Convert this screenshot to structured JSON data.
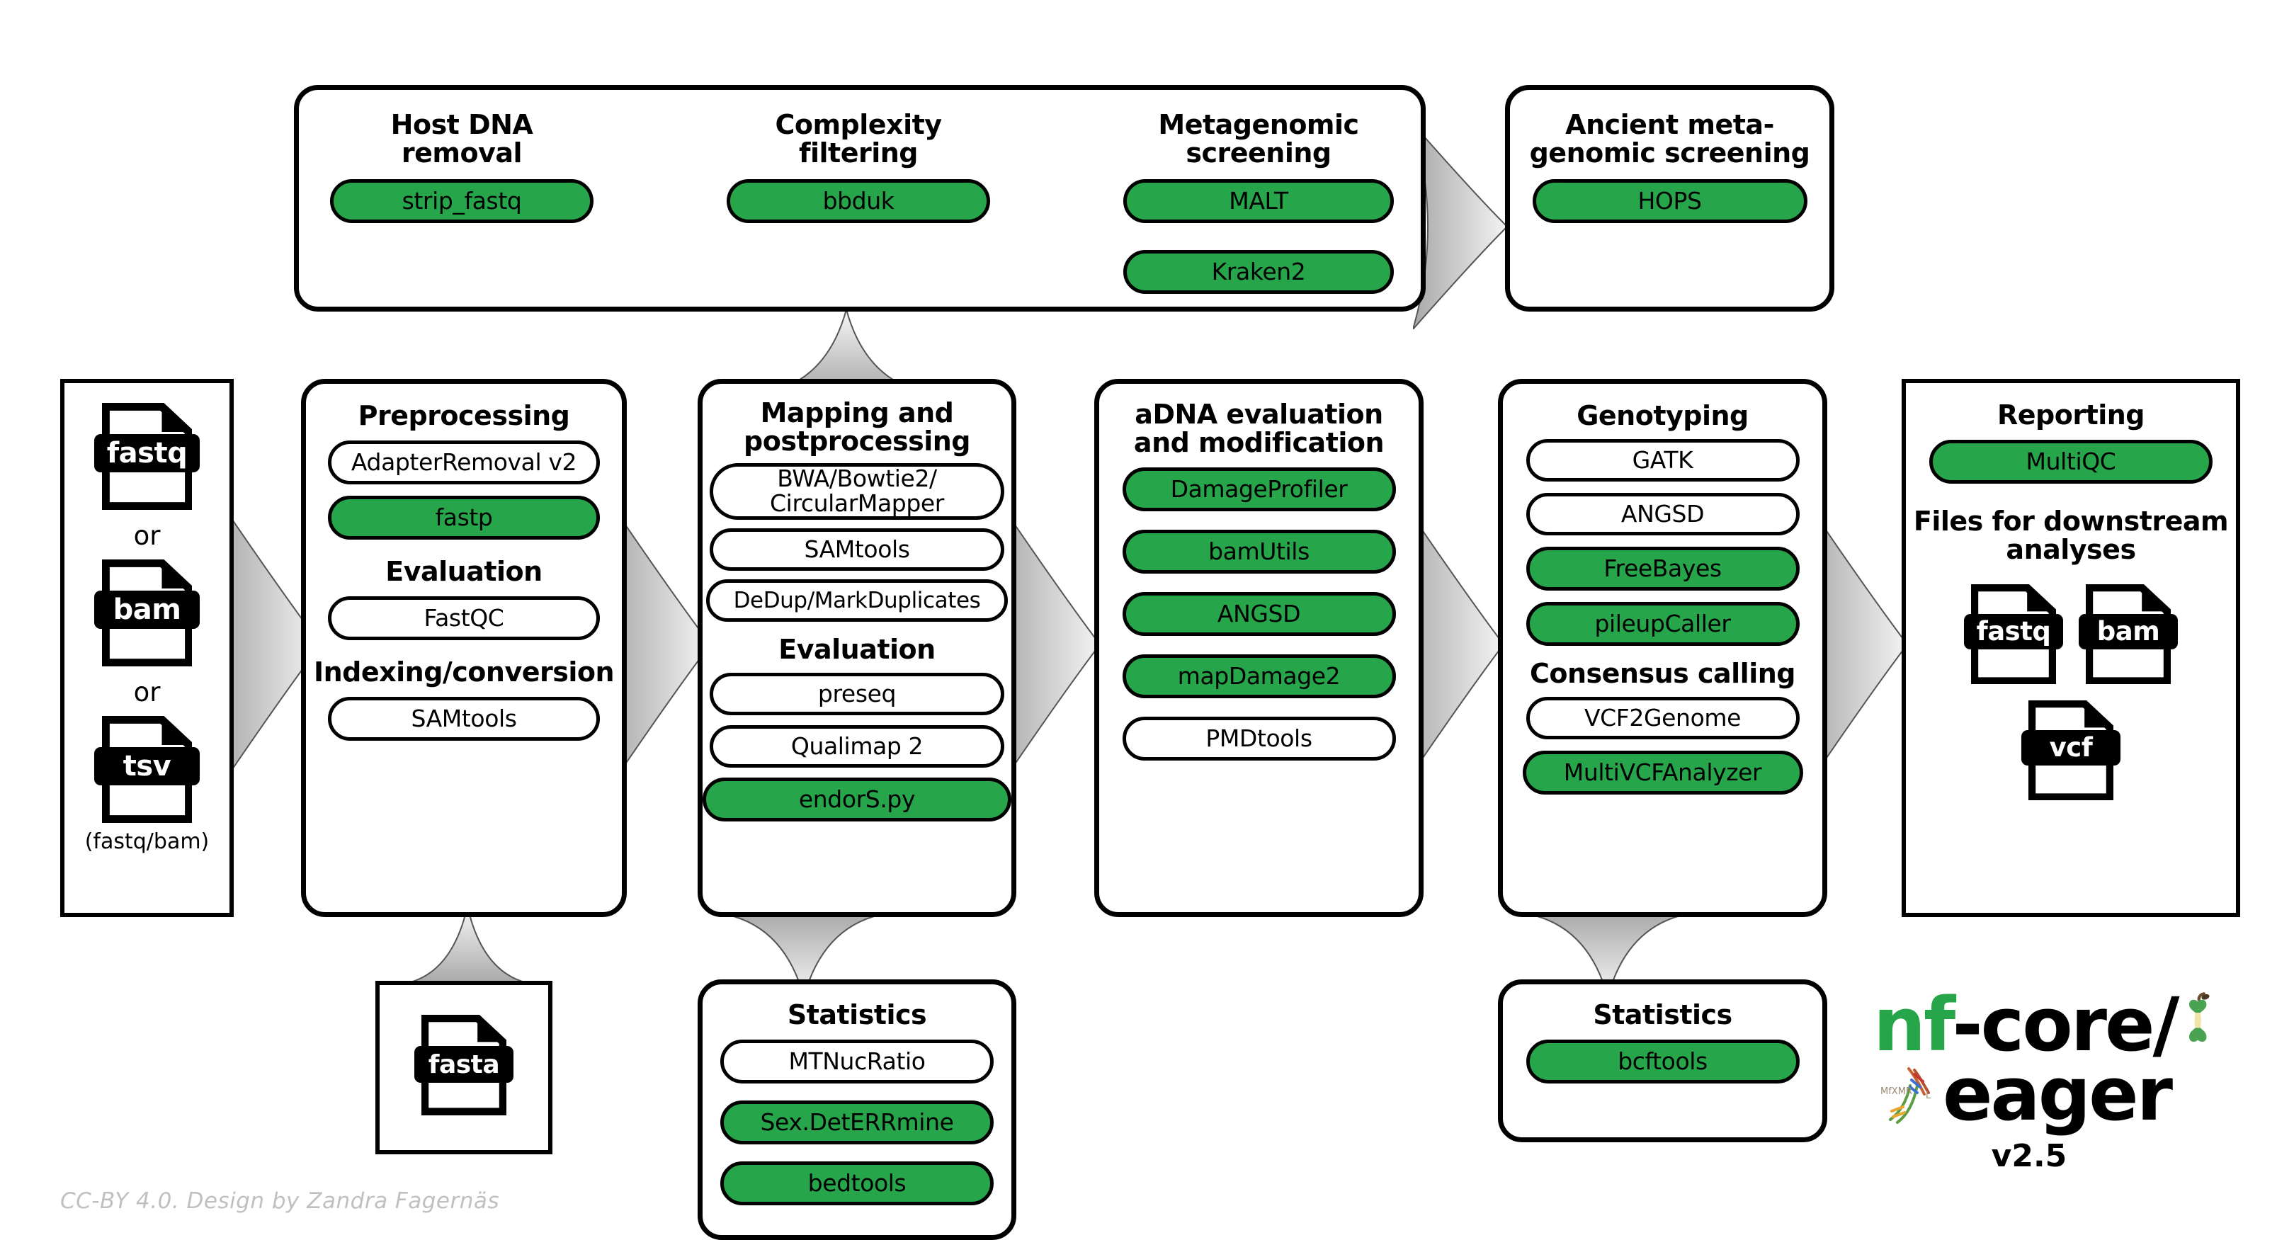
{
  "diagram": {
    "title": "nf-core/eager pipeline overview",
    "accent_green": "#27a54a",
    "credit": "CC-BY 4.0. Design by Zandra Fagernäs"
  },
  "logo": {
    "line1_prefix": "nf",
    "line1_suffix": "-core/",
    "line2": "eager",
    "version": "v2.5",
    "apple_core_icon": "apple-core-icon",
    "dna_icon": "dna-helix-icon"
  },
  "input_files": {
    "items": [
      {
        "label": "fastq",
        "icon": "file-icon"
      },
      {
        "separator": "or"
      },
      {
        "label": "bam",
        "icon": "file-icon"
      },
      {
        "separator": "or"
      },
      {
        "label": "tsv",
        "icon": "file-icon"
      }
    ],
    "note": "(fastq/bam)"
  },
  "reference_file": {
    "label": "fasta",
    "icon": "file-icon"
  },
  "screening_panel": {
    "columns": [
      {
        "title": "Host DNA\nremoval",
        "tools": [
          {
            "label": "strip_fastq",
            "highlighted": true
          }
        ]
      },
      {
        "title": "Complexity\nfiltering",
        "tools": [
          {
            "label": "bbduk",
            "highlighted": true
          }
        ]
      },
      {
        "title": "Metagenomic\nscreening",
        "tools": [
          {
            "label": "MALT",
            "highlighted": true
          },
          {
            "label": "Kraken2",
            "highlighted": true
          }
        ]
      }
    ]
  },
  "ancient_screening": {
    "title": "Ancient meta-\ngenomic screening",
    "tools": [
      {
        "label": "HOPS",
        "highlighted": true
      }
    ]
  },
  "preprocessing": {
    "title": "Preprocessing",
    "tools": [
      {
        "label": "AdapterRemoval v2",
        "highlighted": false
      },
      {
        "label": "fastp",
        "highlighted": true
      }
    ],
    "section2_title": "Evaluation",
    "section2_tools": [
      {
        "label": "FastQC",
        "highlighted": false
      }
    ],
    "section3_title": "Indexing/conversion",
    "section3_tools": [
      {
        "label": "SAMtools",
        "highlighted": false
      }
    ]
  },
  "mapping": {
    "title": "Mapping and\npostprocessing",
    "tools": [
      {
        "label": "BWA/Bowtie2/\nCircularMapper",
        "highlighted": false
      },
      {
        "label": "SAMtools",
        "highlighted": false
      },
      {
        "label": "DeDup/MarkDuplicates",
        "highlighted": false
      }
    ],
    "section2_title": "Evaluation",
    "section2_tools": [
      {
        "label": "preseq",
        "highlighted": false
      },
      {
        "label": "Qualimap 2",
        "highlighted": false
      },
      {
        "label": "endorS.py",
        "highlighted": true
      }
    ]
  },
  "adna": {
    "title": "aDNA evaluation\nand modification",
    "tools": [
      {
        "label": "DamageProfiler",
        "highlighted": true
      },
      {
        "label": "bamUtils",
        "highlighted": true
      },
      {
        "label": "ANGSD",
        "highlighted": true
      },
      {
        "label": "mapDamage2",
        "highlighted": true
      },
      {
        "label": "PMDtools",
        "highlighted": false
      }
    ]
  },
  "genotyping": {
    "title": "Genotyping",
    "tools": [
      {
        "label": "GATK",
        "highlighted": false
      },
      {
        "label": "ANGSD",
        "highlighted": false
      },
      {
        "label": "FreeBayes",
        "highlighted": true
      },
      {
        "label": "pileupCaller",
        "highlighted": true
      }
    ],
    "section2_title": "Consensus calling",
    "section2_tools": [
      {
        "label": "VCF2Genome",
        "highlighted": false
      },
      {
        "label": "MultiVCFAnalyzer",
        "highlighted": true
      }
    ]
  },
  "reporting": {
    "title": "Reporting",
    "tools": [
      {
        "label": "MultiQC",
        "highlighted": true
      }
    ],
    "section2_title": "Files for downstream\nanalyses",
    "files": [
      {
        "label": "fastq",
        "icon": "file-icon"
      },
      {
        "label": "bam",
        "icon": "file-icon"
      },
      {
        "label": "vcf",
        "icon": "file-icon"
      }
    ]
  },
  "statistics_left": {
    "title": "Statistics",
    "tools": [
      {
        "label": "MTNucRatio",
        "highlighted": false
      },
      {
        "label": "Sex.DetERRmine",
        "highlighted": true
      },
      {
        "label": "bedtools",
        "highlighted": true
      }
    ]
  },
  "statistics_right": {
    "title": "Statistics",
    "tools": [
      {
        "label": "bcftools",
        "highlighted": true
      }
    ]
  }
}
